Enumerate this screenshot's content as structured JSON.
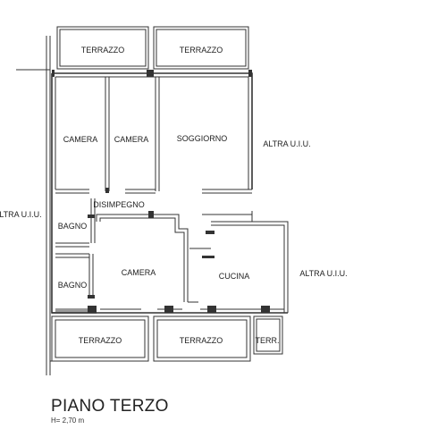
{
  "floor_plan": {
    "rooms": {
      "terrazzo_top_left": "TERRAZZO",
      "terrazzo_top_right": "TERRAZZO",
      "camera_1": "CAMERA",
      "camera_2": "CAMERA",
      "soggiorno": "SOGGIORNO",
      "disimpegno": "DISIMPEGNO",
      "bagno_1": "BAGNO",
      "bagno_2": "BAGNO",
      "camera_3": "CAMERA",
      "cucina": "CUCINA",
      "terrazzo_bottom_left": "TERRAZZO",
      "terrazzo_bottom_right": "TERRAZZO",
      "terr_small": "TERR."
    },
    "neighbors": {
      "right_top": "ALTRA U.I.U.",
      "left": "ALTRA U.I.U.",
      "right_bottom": "ALTRA U.I.U."
    }
  },
  "footer": {
    "title": "PIANO TERZO",
    "height": "H= 2,70 m"
  },
  "colors": {
    "line": "#333333",
    "text": "#222222",
    "background": "#ffffff"
  }
}
